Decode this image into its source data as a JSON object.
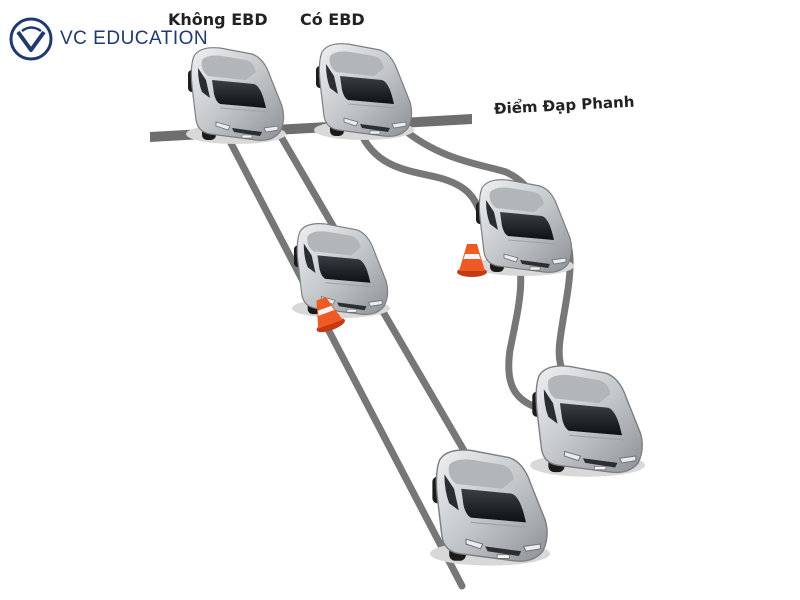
{
  "logo": {
    "text": "VC EDUCATION"
  },
  "labels": {
    "without_ebd": "Không EBD",
    "with_ebd": "Có EBD",
    "braking_point": "Điểm Đạp Phanh"
  },
  "colors": {
    "brand": "#1f3a6e",
    "road_line": "#6e6e6e",
    "car_body": "#c9cbcd",
    "cone": "#e8491d"
  }
}
